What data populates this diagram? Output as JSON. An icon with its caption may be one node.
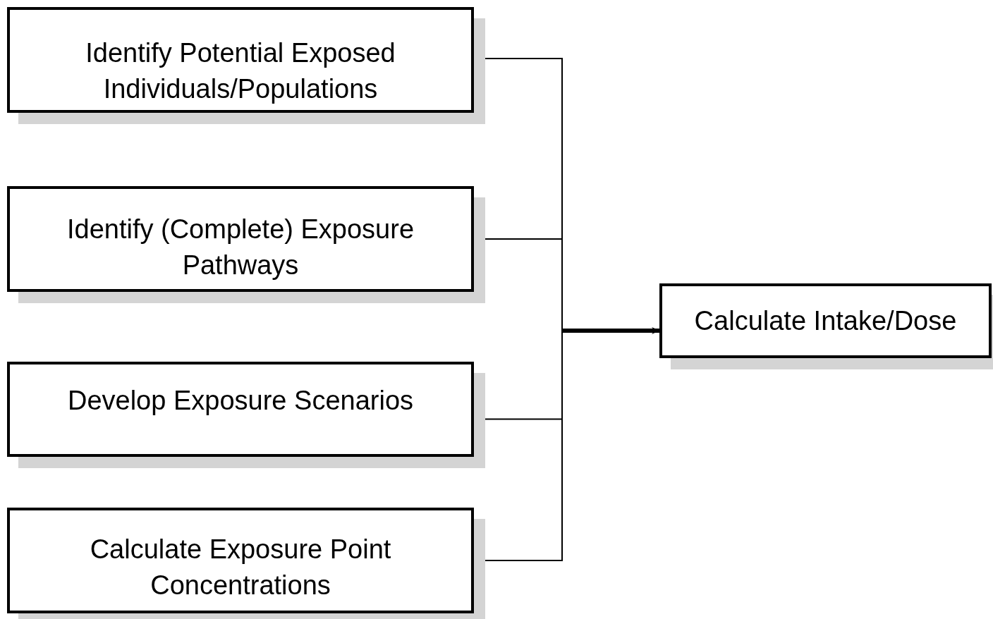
{
  "diagram": {
    "nodes": [
      {
        "text": [
          "Identify Potential Exposed Individuals/Populations"
        ]
      },
      {
        "text": [
          "Identify (Complete) Exposure Pathways"
        ]
      },
      {
        "text": [
          "Develop Exposure Scenarios"
        ]
      },
      {
        "text": [
          "Calculate Exposure Point Concentrations"
        ]
      },
      {
        "text": [
          "Calculate Intake/Dose"
        ]
      }
    ],
    "edges": [
      {
        "from": 0,
        "to": 4,
        "arrow": "to"
      },
      {
        "from": 1,
        "to": 4,
        "arrow": "to"
      },
      {
        "from": 2,
        "to": 4,
        "arrow": "to"
      },
      {
        "from": 3,
        "to": 4,
        "arrow": "to"
      }
    ]
  }
}
